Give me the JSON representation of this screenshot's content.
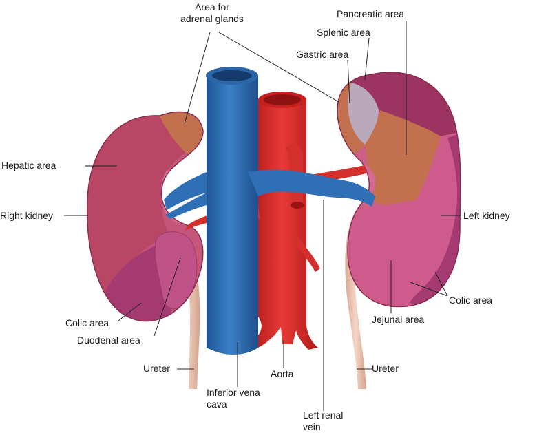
{
  "labels": {
    "adrenal_l1": "Area for",
    "adrenal_l2": "adrenal glands",
    "pancreatic": "Pancreatic area",
    "splenic": "Splenic area",
    "gastric": "Gastric area",
    "hepatic": "Hepatic area",
    "right_kidney": "Right kidney",
    "left_kidney": "Left kidney",
    "colic_right": "Colic area",
    "colic_left": "Colic area",
    "duodenal": "Duodenal area",
    "jejunal": "Jejunal area",
    "ureter_right": "Ureter",
    "ureter_left": "Ureter",
    "ivc_l1": "Inferior vena",
    "ivc_l2": "cava",
    "aorta": "Aorta",
    "lrv_l1": "Left renal",
    "lrv_l2": "vein"
  },
  "colors": {
    "kidney": "#c4567a",
    "hepatic": "#b84664",
    "colic": "#a53a72",
    "adrenal": "#c2704e",
    "gastric": "#b9a9bb",
    "splenic": "#9b3460",
    "vena_cava": "#2f6fb5",
    "aorta": "#d72a2a",
    "ureter": "#ecc6b3"
  }
}
